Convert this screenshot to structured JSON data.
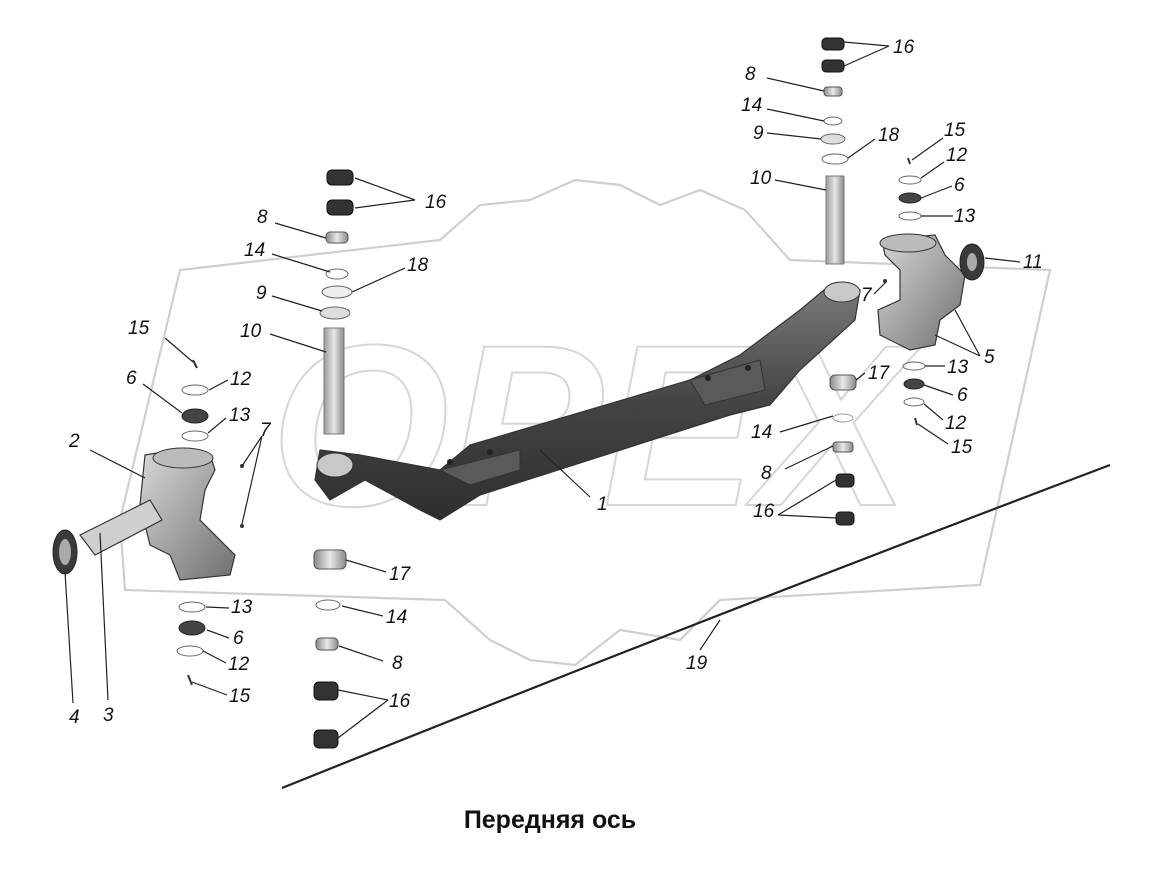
{
  "title": "Передняя ось",
  "watermark": "OPEX",
  "colors": {
    "line": "#222222",
    "part_dark": "#4a4a4a",
    "part_mid": "#8c8c8c",
    "part_light": "#d4d4d4",
    "watermark": "#cfcfcf"
  },
  "callouts": [
    "1",
    "2",
    "3",
    "4",
    "5",
    "6",
    "7",
    "8",
    "9",
    "10",
    "11",
    "12",
    "13",
    "14",
    "15",
    "16",
    "17",
    "18",
    "19"
  ]
}
